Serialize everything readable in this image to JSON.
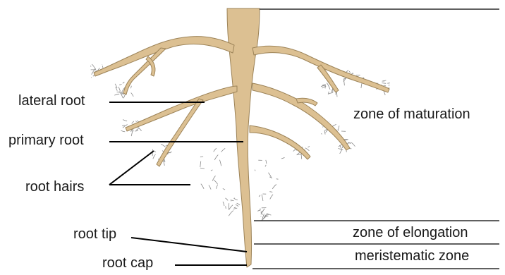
{
  "labels": {
    "lateral_root": "lateral root",
    "primary_root": "primary root",
    "root_hairs": "root hairs",
    "root_tip": "root tip",
    "root_cap": "root cap"
  },
  "zones": {
    "maturation": "zone of maturation",
    "elongation": "zone of elongation",
    "meristematic": "meristematic zone"
  },
  "colors": {
    "root_fill": "#dcc092",
    "root_stroke": "#9c8358",
    "line": "#000000",
    "hair": "#8a8a8a"
  }
}
